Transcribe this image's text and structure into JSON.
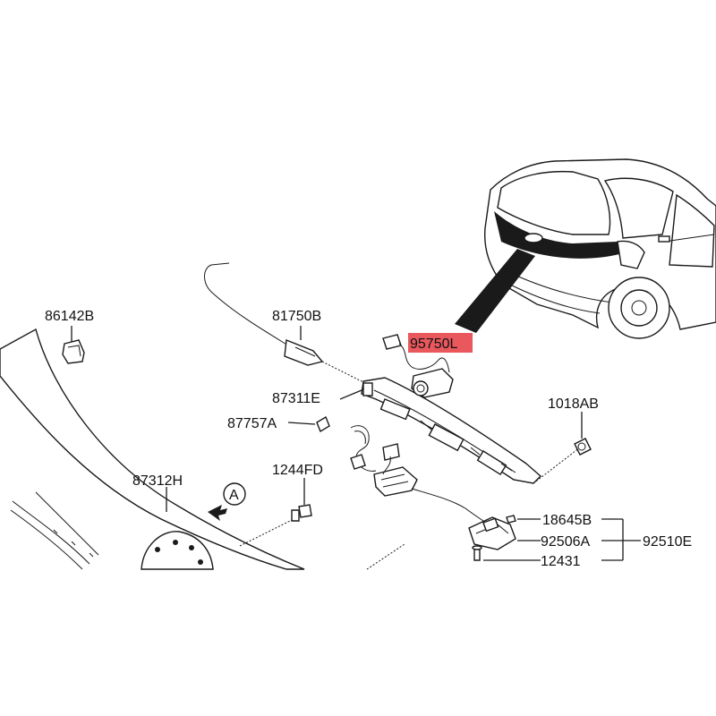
{
  "diagram": {
    "parts": {
      "p86142B": "86142B",
      "p81750B": "81750B",
      "p95750L": "95750L",
      "p87311E": "87311E",
      "p87757A": "87757A",
      "p1018AB": "1018AB",
      "p1244FD": "1244FD",
      "p87312H": "87312H",
      "p18645B": "18645B",
      "p92506A": "92506A",
      "p92510E": "92510E",
      "p12431": "12431"
    },
    "view_marker": "A",
    "highlight_part": "95750L",
    "colors": {
      "highlight": "#e8585d",
      "ink": "#1a1a1a",
      "background": "#ffffff"
    }
  }
}
